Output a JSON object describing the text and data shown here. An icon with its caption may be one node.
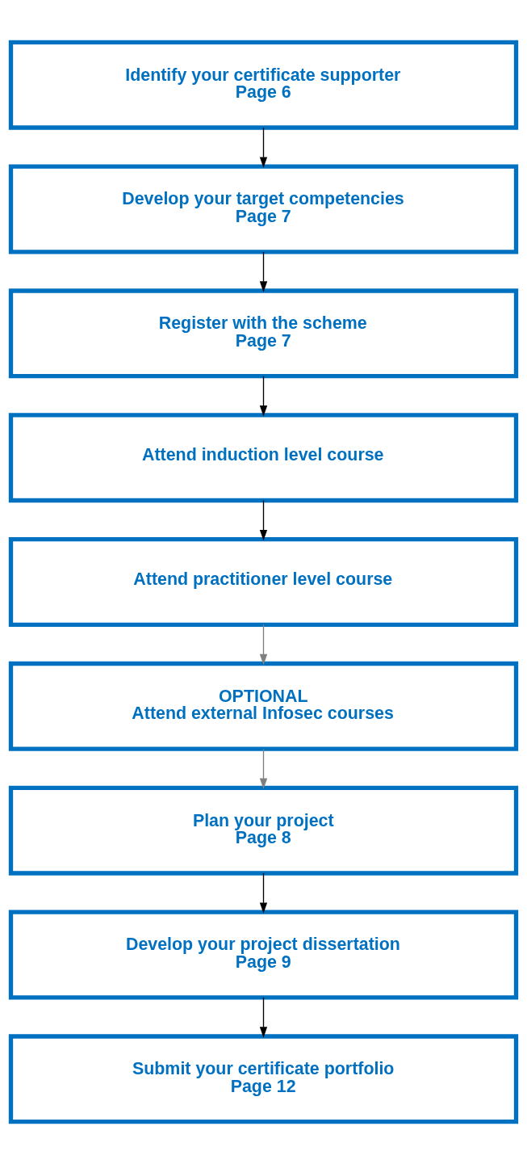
{
  "diagram": {
    "nodes": [
      {
        "text": [
          "Identify your certificate supporter",
          "Page 6"
        ]
      },
      {
        "text": [
          "Develop your target competencies",
          "Page 7"
        ]
      },
      {
        "text": [
          "Register with the scheme",
          "Page 7"
        ]
      },
      {
        "text": [
          "Attend induction level course"
        ]
      },
      {
        "text": [
          "Attend practitioner level course"
        ]
      },
      {
        "text": [
          "OPTIONAL",
          "Attend external Infosec courses"
        ]
      },
      {
        "text": [
          "Plan your project",
          "Page 8"
        ]
      },
      {
        "text": [
          "Develop your project dissertation",
          "Page 9"
        ]
      },
      {
        "text": [
          "Submit your certificate portfolio",
          "Page 12"
        ]
      }
    ],
    "edges": [
      {
        "from": 0,
        "to": 1,
        "arrow": "to"
      },
      {
        "from": 1,
        "to": 2,
        "arrow": "to"
      },
      {
        "from": 2,
        "to": 3,
        "arrow": "to"
      },
      {
        "from": 3,
        "to": 4,
        "arrow": "to"
      },
      {
        "from": 4,
        "to": 5,
        "arrow": "to",
        "color": "#808080"
      },
      {
        "from": 5,
        "to": 6,
        "arrow": "to",
        "color": "#808080"
      },
      {
        "from": 6,
        "to": 7,
        "arrow": "to"
      },
      {
        "from": 7,
        "to": 8,
        "arrow": "to"
      }
    ]
  }
}
